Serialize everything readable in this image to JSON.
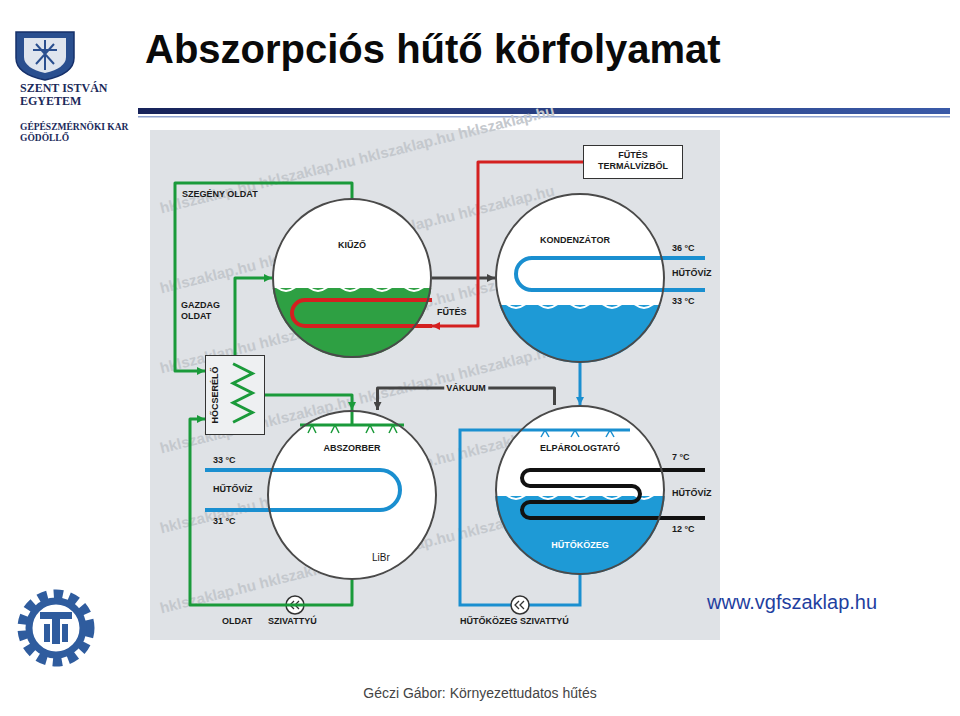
{
  "diagram": {
    "title": "Abszorpciós hűtő körfolyamat",
    "caption": "Géczi Gábor: Környezettudatos hűtés",
    "nodes": [
      {
        "text": [
          "KIŰZŐ"
        ]
      },
      {
        "text": [
          "KONDENZÁTOR"
        ]
      },
      {
        "text": [
          "ABSZORBER"
        ]
      },
      {
        "text": [
          "ELPÁROLOGTATÓ"
        ]
      },
      {
        "text": [
          "HŐCSERÉLŐ"
        ]
      },
      {
        "text": [
          "FŰTÉS TERMÁLVÍZBŐL"
        ]
      }
    ],
    "edges": [
      {
        "from": 0,
        "to": 1,
        "arrow": "to"
      },
      {
        "from": 1,
        "to": 3,
        "arrow": "to"
      },
      {
        "from": 3,
        "to": 2,
        "label": "VÁKUUM",
        "arrow": "to"
      },
      {
        "from": 2,
        "to": 4,
        "arrow": "to"
      },
      {
        "from": 4,
        "to": 0,
        "arrow": "to"
      },
      {
        "from": 0,
        "to": 4,
        "arrow": "to"
      },
      {
        "from": 4,
        "to": 2,
        "arrow": "to"
      },
      {
        "from": 5,
        "to": 0,
        "arrow": "to"
      }
    ],
    "labels": [
      "SZENT ISTVÁN EGYETEM",
      "GÉPÉSZMÉRNÖKI KAR GÖDÖLLŐ",
      "SZEGÉNY OLDAT",
      "GAZDAG OLDAT",
      "FŰTÉS",
      "36 °C",
      "HŰTŐVÍZ",
      "33 °C",
      "33 °C",
      "HŰTŐVÍZ",
      "31 °C",
      "LiBr",
      "7 °C",
      "HŰTŐVÍZ",
      "12 °C",
      "HŰTŐKÖZEG",
      "OLDAT",
      "SZIVATTYÚ",
      "HŰTŐKÖZEG SZIVATTYÚ",
      "www.vgfszaklap.hu",
      "hklszaklap.hu hklszaklap.hu hklszaklap.hu hklszaklap.hu",
      "hklszaklap.hu hklszaklap.hu hklszaklap.hu hklszaklap.hu",
      "hklszaklap.hu hklszaklap.hu hklszaklap.hu hklszaklap.hu",
      "hklszaklap.hu hklszaklap.hu hklszaklap.hu hklszaklap.hu",
      "hklszaklap.hu hklszaklap.hu hklszaklap.hu hklszaklap.hu",
      "hklszaklap.hu hklszaklap.hu hklszaklap.hu hklszaklap.hu"
    ]
  }
}
